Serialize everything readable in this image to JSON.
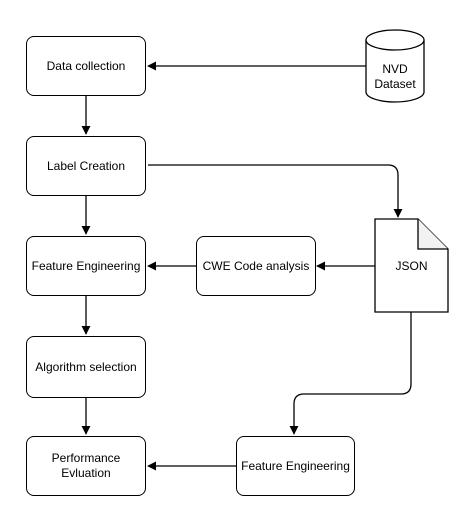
{
  "diagram": {
    "nodes": {
      "data_collection": "Data collection",
      "label_creation": "Label Creation",
      "feature_engineering_main": "Feature Engineering",
      "algorithm_selection": "Algorithm selection",
      "performance_evaluation": "Performance\nEvluation",
      "cwe_code_analysis": "CWE Code analysis",
      "feature_engineering_secondary": "Feature Engineering",
      "nvd_dataset": "NVD\nDataset",
      "json_document": "JSON"
    },
    "colors": {
      "stroke": "#000000",
      "fill": "#ffffff",
      "text": "#000000"
    }
  }
}
